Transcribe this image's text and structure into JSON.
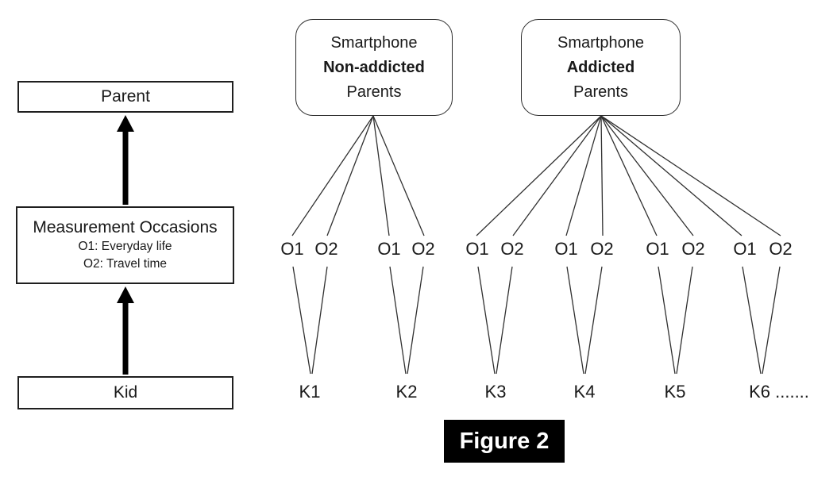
{
  "figure_caption": "Figure 2",
  "left_panel": {
    "parent_label": "Parent",
    "measurement_title": "Measurement Occasions",
    "measurement_sub1": "O1: Everyday life",
    "measurement_sub2": "O2: Travel time",
    "kid_label": "Kid"
  },
  "groups": [
    {
      "top": "Smartphone",
      "middle": "Non-addicted",
      "bottom": "Parents"
    },
    {
      "top": "Smartphone",
      "middle": "Addicted",
      "bottom": "Parents"
    }
  ],
  "occasions": [
    {
      "o1": "O1",
      "o2": "O2"
    },
    {
      "o1": "O1",
      "o2": "O2"
    },
    {
      "o1": "O1",
      "o2": "O2"
    },
    {
      "o1": "O1",
      "o2": "O2"
    },
    {
      "o1": "O1",
      "o2": "O2"
    },
    {
      "o1": "O1",
      "o2": "O2"
    }
  ],
  "kids": [
    "K1",
    "K2",
    "K3",
    "K4",
    "K5",
    "K6 ......."
  ],
  "colors": {
    "background": "#ffffff",
    "thin_line": "#303030",
    "border": "#1f1f1f",
    "arrow": "#000000",
    "caption_bg": "#000000",
    "caption_text": "#ffffff"
  }
}
